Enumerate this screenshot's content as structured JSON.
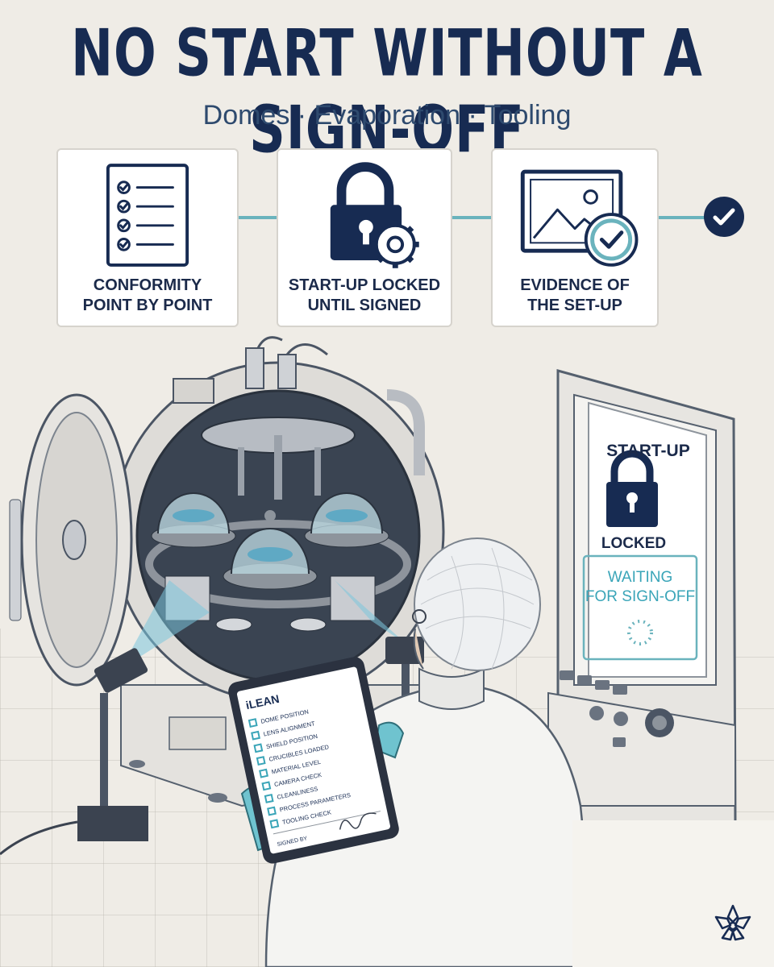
{
  "title": "NO START WITHOUT A SIGN-OFF",
  "subtitle": "Domes · Evaporation · Tooling",
  "cards": [
    {
      "label_line1": "CONFORMITY",
      "label_line2": "POINT BY POINT",
      "icon": "checklist-icon"
    },
    {
      "label_line1": "START-UP LOCKED",
      "label_line2": "UNTIL SIGNED",
      "icon": "lock-gear-icon"
    },
    {
      "label_line1": "EVIDENCE OF",
      "label_line2": "THE SET-UP",
      "icon": "photo-check-icon"
    }
  ],
  "panel": {
    "header": "START-UP",
    "status": "LOCKED",
    "waiting_line1": "WAITING",
    "waiting_line2": "FOR SIGN-OFF"
  },
  "tablet": {
    "app_name": "iLEAN",
    "checklist": [
      "DOME POSITION",
      "LENS ALIGNMENT",
      "SHIELD POSITION",
      "CRUCIBLES LOADED",
      "MATERIAL LEVEL",
      "CAMERA CHECK",
      "CLEANLINESS",
      "PROCESS PARAMETERS",
      "TOOLING CHECK"
    ],
    "signed_by": "SIGNED BY"
  },
  "colors": {
    "navy": "#172b52",
    "teal": "#6ab3bd",
    "background": "#efece6"
  }
}
